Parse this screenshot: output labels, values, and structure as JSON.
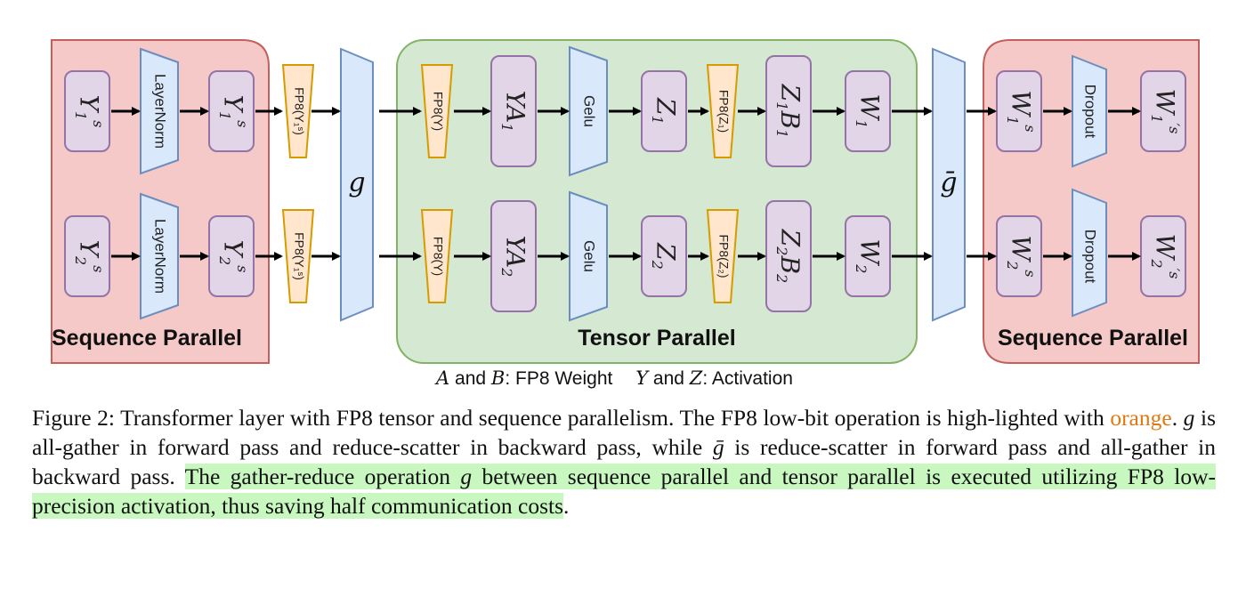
{
  "regions": {
    "left": "Sequence Parallel",
    "center": "Tensor Parallel",
    "right": "Sequence Parallel"
  },
  "ops": {
    "layernorm": "LayerNorm",
    "gelu": "Gelu",
    "dropout": "Dropout",
    "g": "g",
    "gbar": "ḡ"
  },
  "fp8": {
    "y1s": "FP8(Y₁ˢ)",
    "y": "FP8(Y)",
    "z1": "FP8(Z₁)",
    "z2": "FP8(Z₂)"
  },
  "legend": {
    "a": "A",
    "and1": "and",
    "b": "B",
    "weight": ": FP8 Weight",
    "y": "Y",
    "and2": "and",
    "z": "Z",
    "activation": ": Activation"
  },
  "caption": {
    "p1": "Figure 2: Transformer layer with FP8 tensor and sequence parallelism. The FP8 low-bit operation is high-lighted with ",
    "orange": "orange",
    "p2": ". ",
    "g1": "g",
    "p3": " is all-gather in forward pass and reduce-scatter in backward pass, while ",
    "gbar": "ḡ",
    "p4": " is reduce-scatter in forward pass and all-gather in backward pass. ",
    "hl1": "The gather-reduce operation ",
    "g2": "g",
    "hl2": " between sequence parallel and tensor parallel is executed utilizing FP8 low-precision activation, thus saving half communication costs",
    "p5": "."
  },
  "colors": {
    "pink_fill": "#f4c9c7",
    "pink_stroke": "#c45f5c",
    "green_fill": "#d5e8d2",
    "green_stroke": "#82b366",
    "purple_fill": "#e1d5e7",
    "purple_stroke": "#9673a6",
    "blue_fill": "#dae8fc",
    "blue_stroke": "#6c8ebf",
    "orange_fill": "#ffe6cc",
    "orange_stroke": "#d79b00",
    "caption_orange": "#e07a10",
    "highlight": "#c8f7c0"
  }
}
